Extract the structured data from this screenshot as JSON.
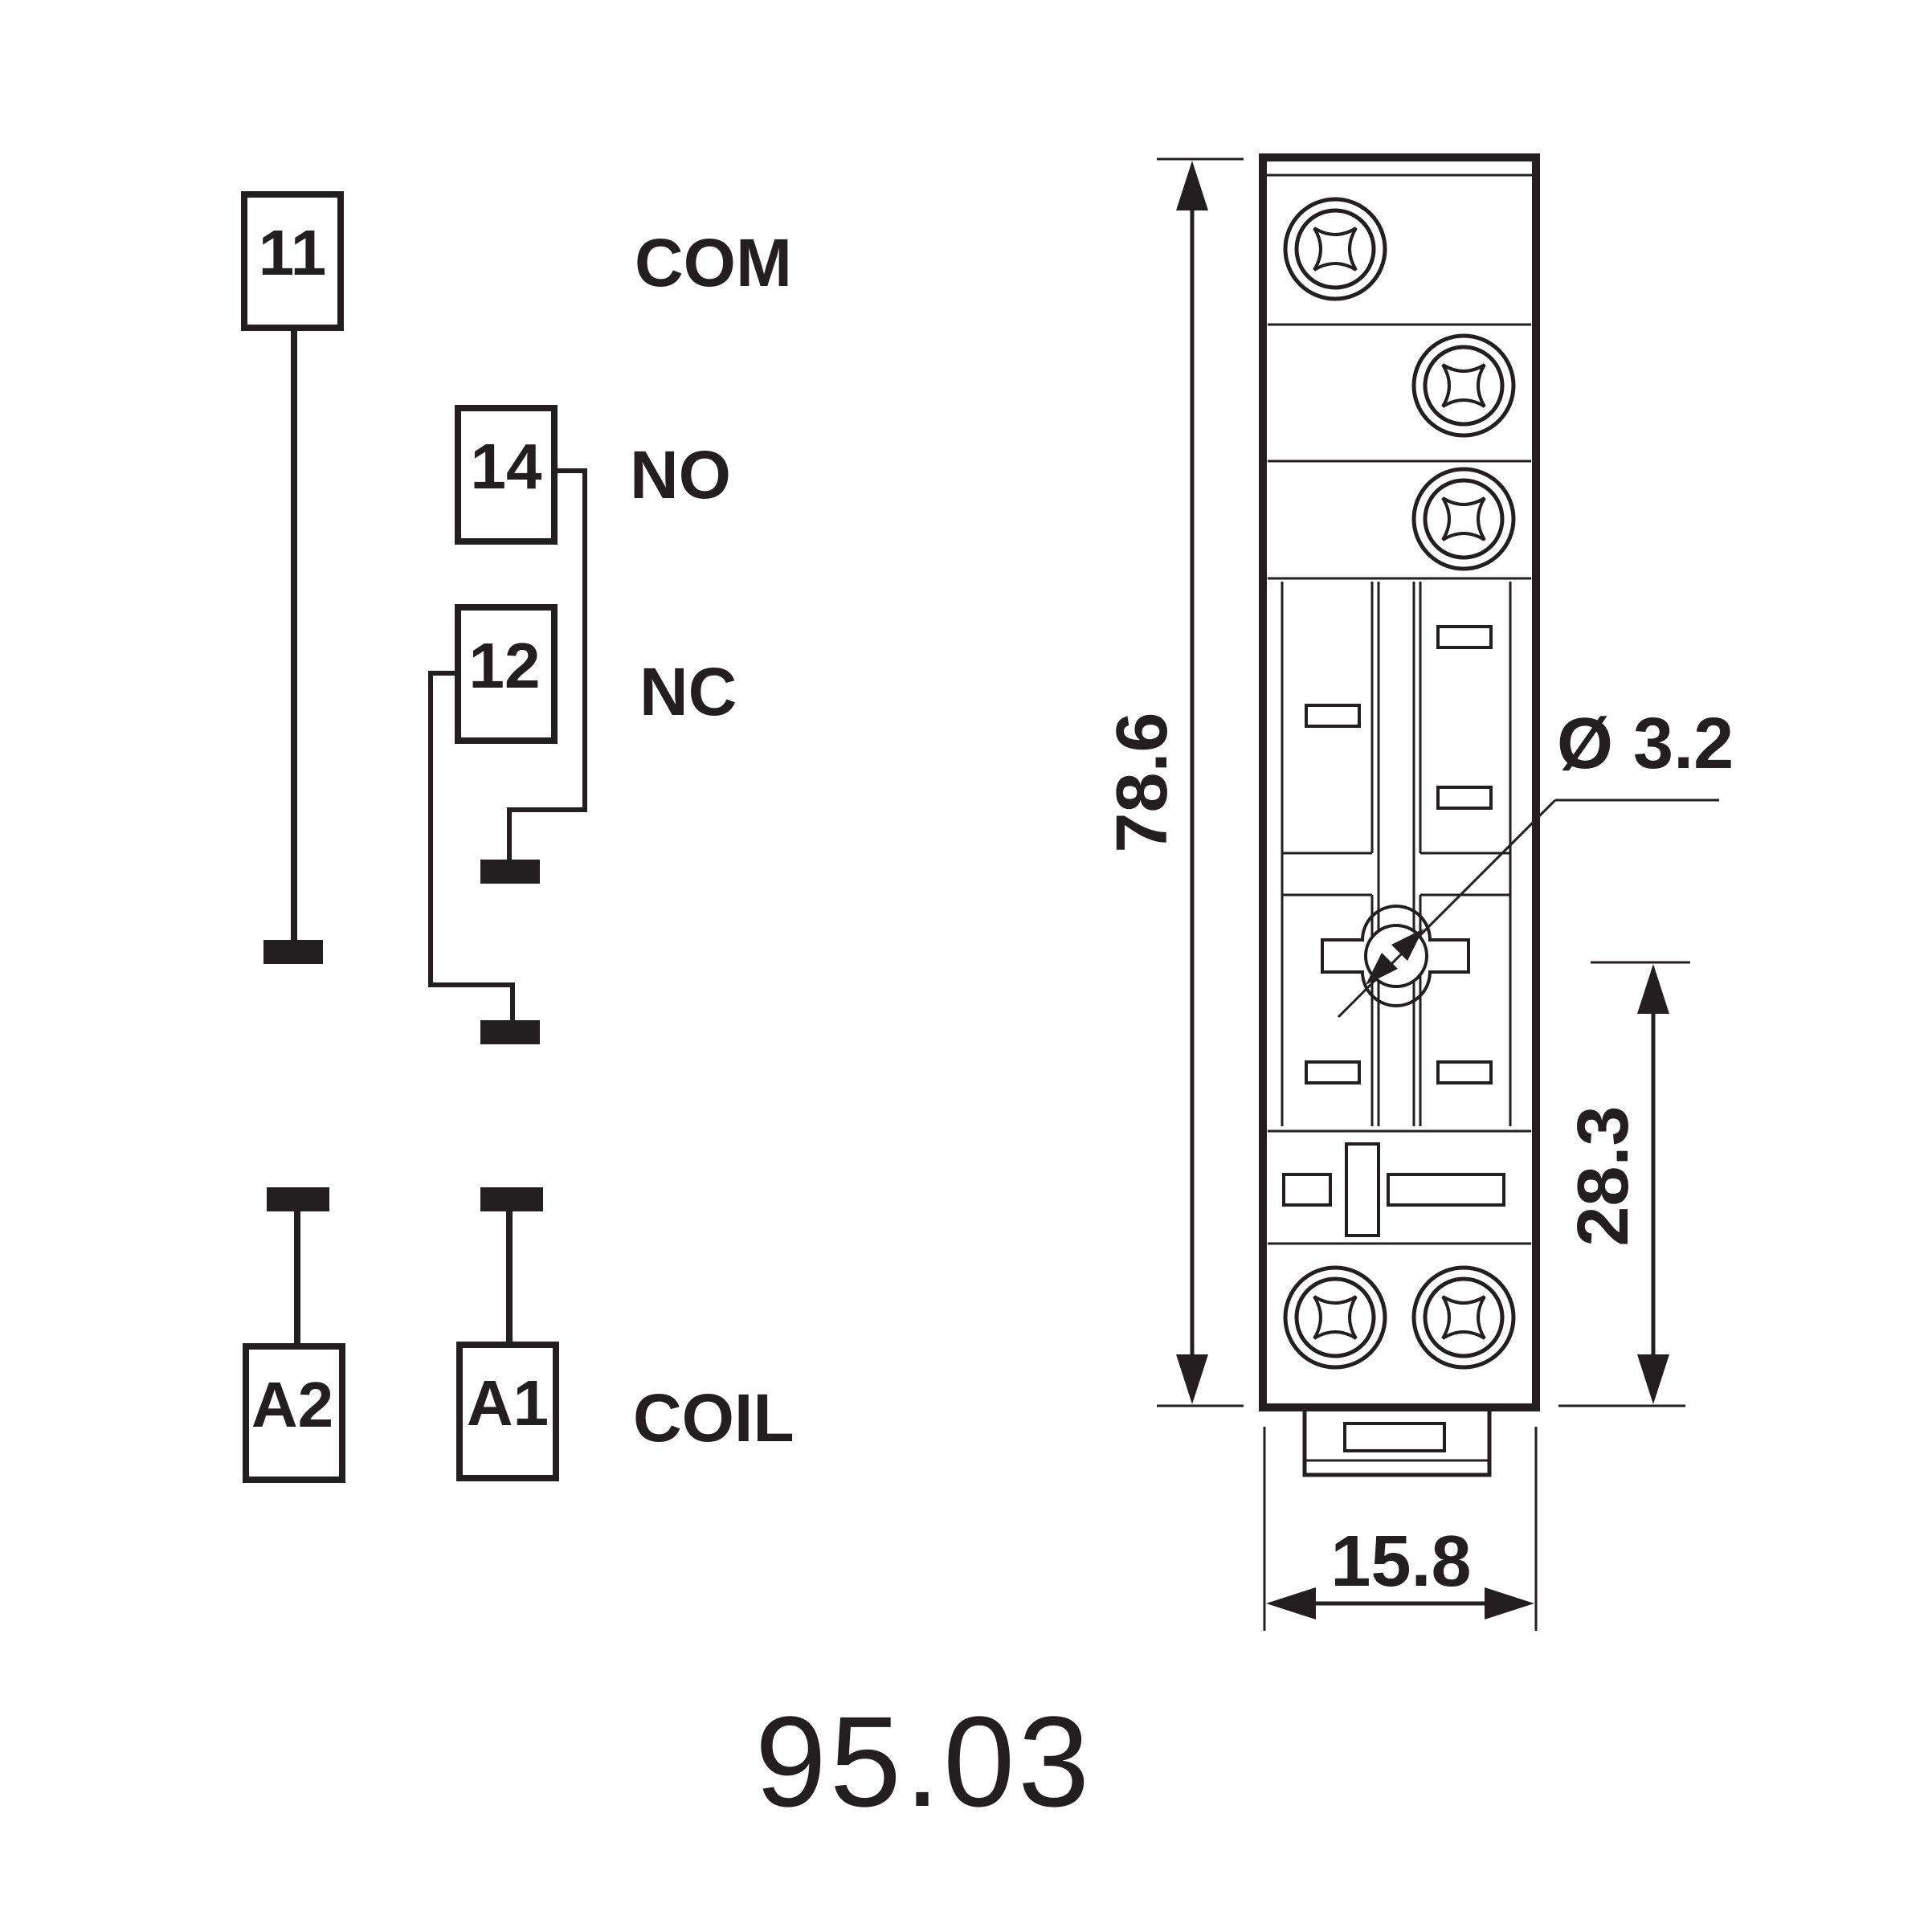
{
  "schematic": {
    "terminals": {
      "t11": "11",
      "t14": "14",
      "t12": "12",
      "tA2": "A2",
      "tA1": "A1"
    },
    "labels": {
      "com": "COM",
      "no": "NO",
      "nc": "NC",
      "coil": "COIL"
    }
  },
  "drawing": {
    "dimensions": {
      "height": "78.6",
      "hole": "Ø 3.2",
      "lower": "28.3",
      "width": "15.8"
    }
  },
  "model_number": "95.03",
  "colors": {
    "ink": "#231f20",
    "background": "#ffffff"
  }
}
